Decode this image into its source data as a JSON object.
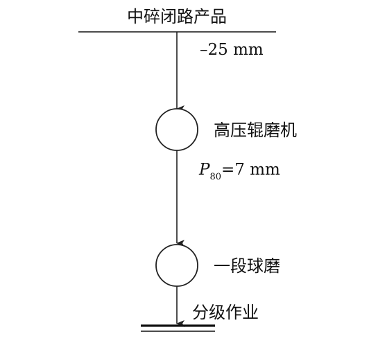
{
  "flowsheet": {
    "feed_label": "中碎闭路产品",
    "feed_size": "–25 mm",
    "stage1": {
      "label": "高压辊磨机",
      "product_size_symbol": "P",
      "product_size_subscript": "80",
      "product_size_value": "=7 mm"
    },
    "stage2": {
      "label": "一段球磨"
    },
    "destination_label": "分级作业"
  }
}
